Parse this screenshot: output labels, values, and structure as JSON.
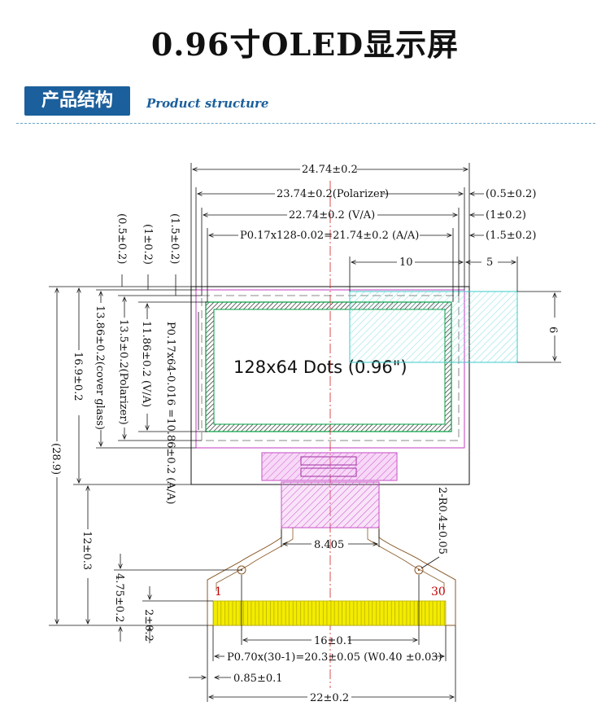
{
  "page": {
    "title": "0.96寸OLED显示屏",
    "section_title": "产品结构",
    "section_subtitle": "Product structure"
  },
  "drawing": {
    "display_label": "128x64 Dots (0.96\")",
    "pin_first": "1",
    "pin_last": "30",
    "dims": {
      "w_outline": "24.74±0.2",
      "w_polarizer": "23.74±0.2(Polarizer)",
      "w_va": "22.74±0.2 (V/A)",
      "w_aa": "P0.17x128-0.02=21.74±0.2 (A/A)",
      "right_05": "(0.5±0.2)",
      "right_1": "(1±0.2)",
      "right_15": "(1.5±0.2)",
      "ten": "10",
      "five": "5",
      "six": "6",
      "left_05": "(0.5±0.2)",
      "left_1": "(1±0.2)",
      "left_15": "(1.5±0.2)",
      "h_cover": "13.86±0.2(cover glass)",
      "h_polarizer": "13.5±0.2(Polarizer)",
      "h_va": "11.86±0.2 (V/A)",
      "h_aa": "P0.17x64-0.016 =10.86±0.2 (A/A)",
      "h_outline": "16.9±0.2",
      "h_total": "(28.9)",
      "h_12": "12±0.3",
      "h_475": "4.75±0.2",
      "h_2": "2±0.2",
      "fpc_width": "8.405",
      "radius": "2-R0.4±0.05",
      "pins_16": "16±0.1",
      "pitch": "P0.70x(30-1)=20.3±0.05 (W0.40 ±0.03)",
      "edge_085": "0.85±0.1",
      "w_22": "22±0.2"
    }
  }
}
